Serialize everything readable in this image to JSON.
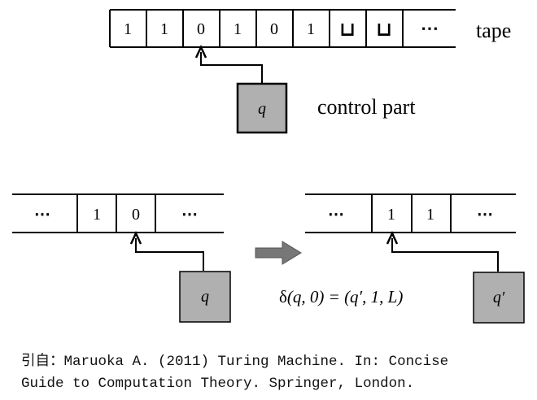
{
  "diagram": {
    "top_tape": {
      "cells": [
        "1",
        "1",
        "0",
        "1",
        "0",
        "1",
        "⊔",
        "⊔",
        "⋯"
      ],
      "label": "tape"
    },
    "top_control": {
      "state": "q",
      "label": "control part"
    },
    "before": {
      "cells": [
        "⋯",
        "1",
        "0",
        "⋯"
      ],
      "state": "q"
    },
    "after": {
      "cells": [
        "⋯",
        "1",
        "1",
        "⋯"
      ],
      "state": "q′"
    },
    "transition": {
      "delta": "δ",
      "args": "(q, 0) = (q′, 1, L)"
    },
    "colors": {
      "state_box": "#b0b0b0",
      "arrow_fill": "#777777",
      "line": "#000000"
    }
  },
  "citation": {
    "line1": "引自：Maruoka A. (2011) Turing Machine. In: Concise",
    "line2": "Guide to Computation Theory. Springer, London."
  }
}
